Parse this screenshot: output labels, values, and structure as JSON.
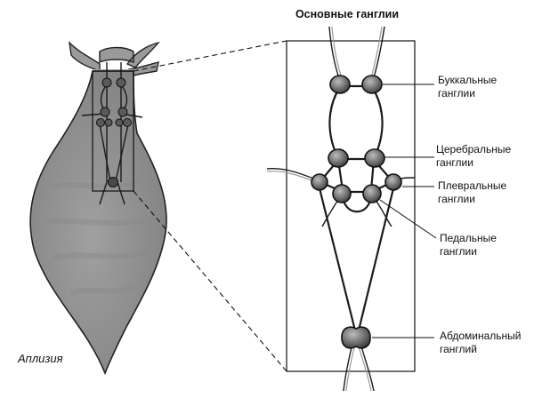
{
  "title": "Основные ганглии",
  "animal_label": "Аплизия",
  "colors": {
    "body_fill": "#8f8f8f",
    "ganglion_fill": "#6e6e6e",
    "line": "#111111"
  },
  "ganglia_labels": [
    {
      "id": "buccal",
      "lines": [
        "Буккальные",
        "ганглии"
      ]
    },
    {
      "id": "cerebral",
      "lines": [
        "Церебральные",
        "ганглии"
      ]
    },
    {
      "id": "pleural",
      "lines": [
        "Плевральные",
        "ганглии"
      ]
    },
    {
      "id": "pedal",
      "lines": [
        "Педальные",
        "ганглии"
      ]
    },
    {
      "id": "abdominal",
      "lines": [
        "Абдоминальный",
        "ганглий"
      ]
    }
  ]
}
